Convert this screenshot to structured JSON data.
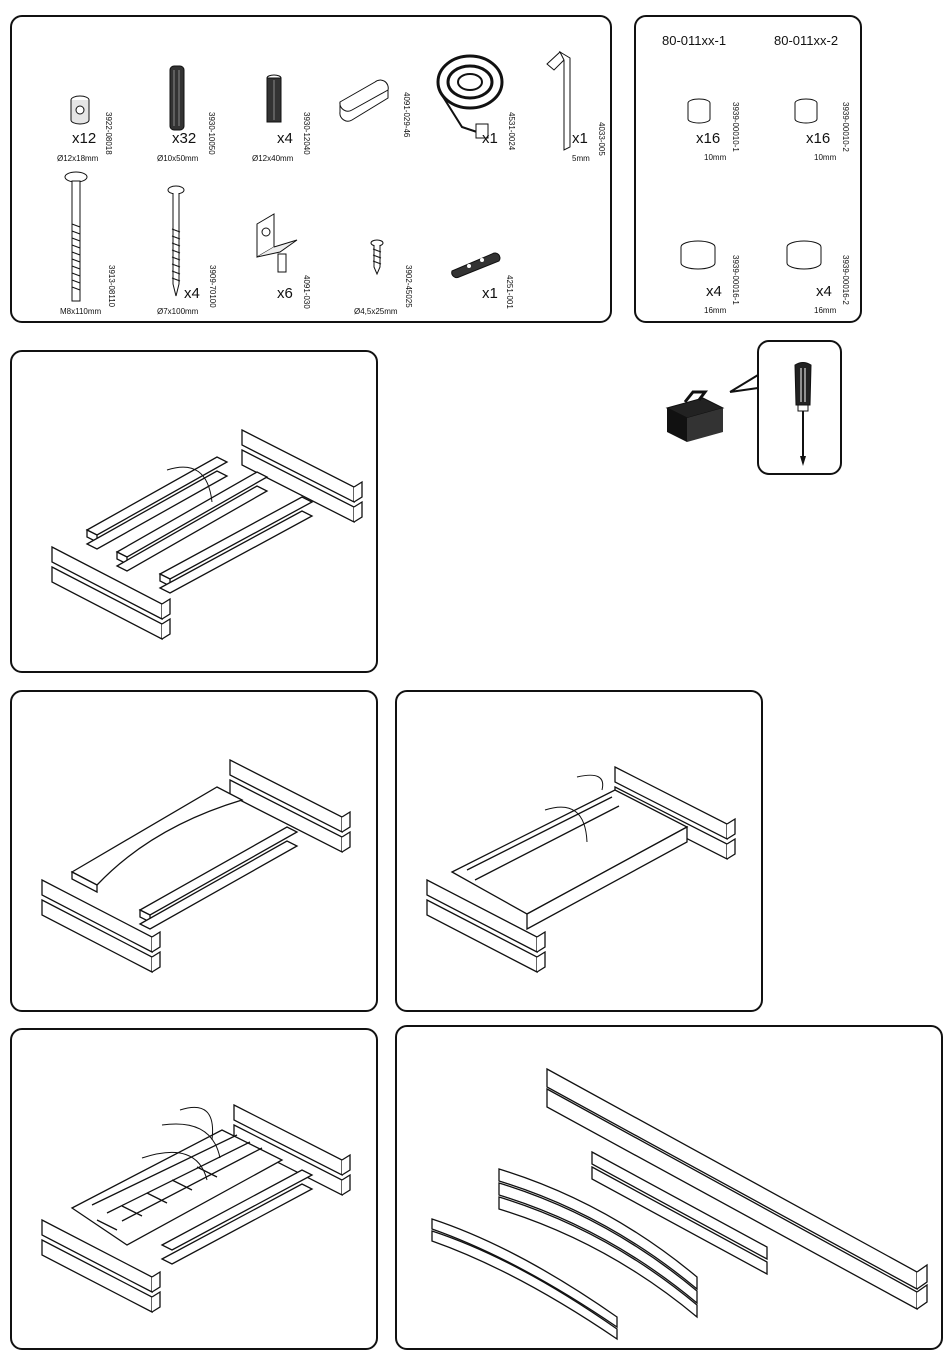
{
  "hardware": [
    {
      "icon": "cam-nut-icon",
      "count": "x12",
      "dim": "Ø12x18mm",
      "code": "3922-08018"
    },
    {
      "icon": "wood-dowel-icon",
      "count": "x32",
      "dim": "Ø10x50mm",
      "code": "3930-10050"
    },
    {
      "icon": "large-dowel-icon",
      "count": "x4",
      "dim": "Ø12x40mm",
      "code": "3930-12040"
    },
    {
      "icon": "connector-clip-icon",
      "count": "",
      "dim": "",
      "code": "4091-029-46"
    },
    {
      "icon": "strap-icon",
      "count": "x1",
      "dim": "",
      "code": "4531-0024"
    },
    {
      "icon": "allen-key-icon",
      "count": "x1",
      "dim": "5mm",
      "code": "4033-005"
    },
    {
      "icon": "bolt-icon",
      "count": "",
      "dim": "M8x110mm",
      "code": "3913-08110"
    },
    {
      "icon": "screw-long-icon",
      "count": "x4",
      "dim": "Ø7x100mm",
      "code": "3909-70100"
    },
    {
      "icon": "shelf-bracket-icon",
      "count": "x6",
      "dim": "",
      "code": "4091-030"
    },
    {
      "icon": "short-screw-icon",
      "count": "",
      "dim": "Ø4,5x25mm",
      "code": "3902-45025"
    },
    {
      "icon": "cable-tie-icon",
      "count": "x1",
      "dim": "",
      "code": "4251-001"
    }
  ],
  "feet": {
    "titles": [
      "80-011xx-1",
      "80-011xx-2"
    ],
    "items": [
      {
        "count": "x16",
        "dim": "10mm",
        "code": "3939-00010-1"
      },
      {
        "count": "x16",
        "dim": "10mm",
        "code": "3939-00010-2"
      },
      {
        "count": "x4",
        "dim": "16mm",
        "code": "3939-00016-1"
      },
      {
        "count": "x4",
        "dim": "16mm",
        "code": "3939-00016-2"
      }
    ]
  },
  "tools": {
    "box": "toolbox-icon",
    "tool": "screwdriver-icon"
  }
}
